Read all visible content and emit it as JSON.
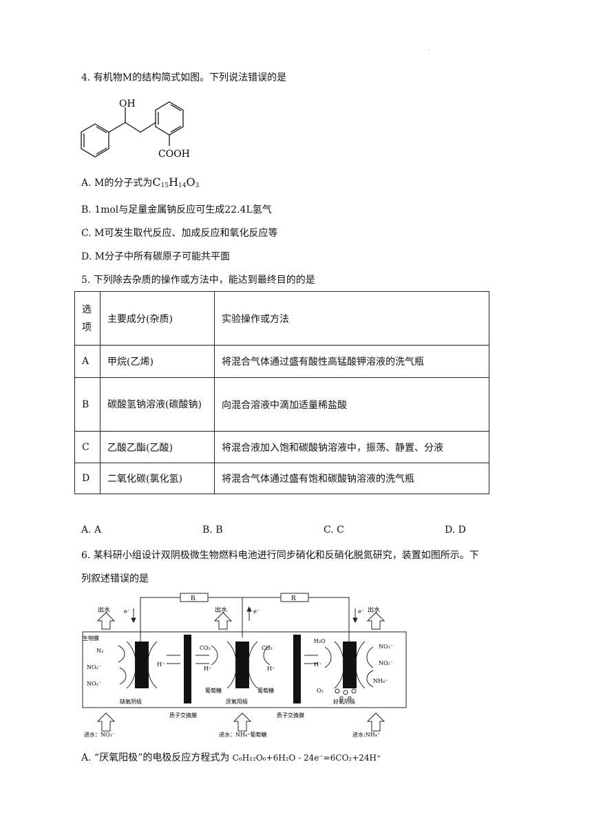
{
  "page_marker": ".",
  "q4": {
    "stem": "4. 有机物M的结构简式如图。下列说法错误的是",
    "struct": {
      "oh": "OH",
      "cooh": "COOH"
    },
    "options": {
      "a_prefix": "A. M的分子式为",
      "a_formula": [
        "C",
        "15",
        "H",
        "14",
        "O",
        "3"
      ],
      "b": "B. 1mol与足量金属钠反应可生成22.4L氢气",
      "c": "C. M可发生取代反应、加成反应和氧化反应等",
      "d": "D. M分子中所有碳原子可能共平面"
    }
  },
  "q5": {
    "stem": "5. 下列除去杂质的操作或方法中，能达到最终目的的是",
    "table": {
      "headers": [
        "选项",
        "主要成分(杂质)",
        "实验操作或方法"
      ],
      "rows": [
        [
          "A",
          "甲烷(乙烯)",
          "将混合气体通过盛有酸性高锰酸钾溶液的洗气瓶"
        ],
        [
          "B",
          "碳酸氢钠溶液(碳酸钠)",
          "向混合溶液中滴加适量稀盐酸"
        ],
        [
          "C",
          "乙酸乙酯(乙酸)",
          "将混合液加入饱和碳酸钠溶液中，振荡、静置、分液"
        ],
        [
          "D",
          "二氧化碳(氯化氢)",
          "将混合气体通过盛有饱和碳酸钠溶液的洗气瓶"
        ]
      ]
    },
    "choices": [
      "A. A",
      "B. B",
      "C. C",
      "D. D"
    ]
  },
  "q6": {
    "stem_line1": "6. 某科研小组设计双阴极微生物燃料电池进行同步硝化和反硝化脱氮研究，装置如图所示。下",
    "stem_line2": "列叙述错误的是",
    "diagram": {
      "resistor": "R",
      "outflow": "出水",
      "electron": "e⁻",
      "biofilm": "生物膜",
      "n2": "N₂",
      "no2": "NO₂⁻",
      "no3": "NO₃⁻",
      "hplus": "H⁺",
      "co2": "CO₂",
      "glucose": "葡萄糖",
      "h2o": "H₂O",
      "o2": "O₂",
      "nh4": "NH₄⁺",
      "cathode_anoxic": "缺氧阴极",
      "anode_anaerobic": "厌氧阳极",
      "cathode_aerobic": "好氧阴极",
      "membrane": "质子交换膜",
      "inflow_left": "进水：NO₃⁻",
      "inflow_mid": "进水：NH₄⁺葡萄糖",
      "inflow_right": "进水:NH₄⁺"
    },
    "option_a_prefix": "A. “厌氧阳极”的电极反应方程式为",
    "option_a_equation": "C₆H₁₂O₆+6H₂O - 24e⁻=6CO₂+24H⁺"
  }
}
